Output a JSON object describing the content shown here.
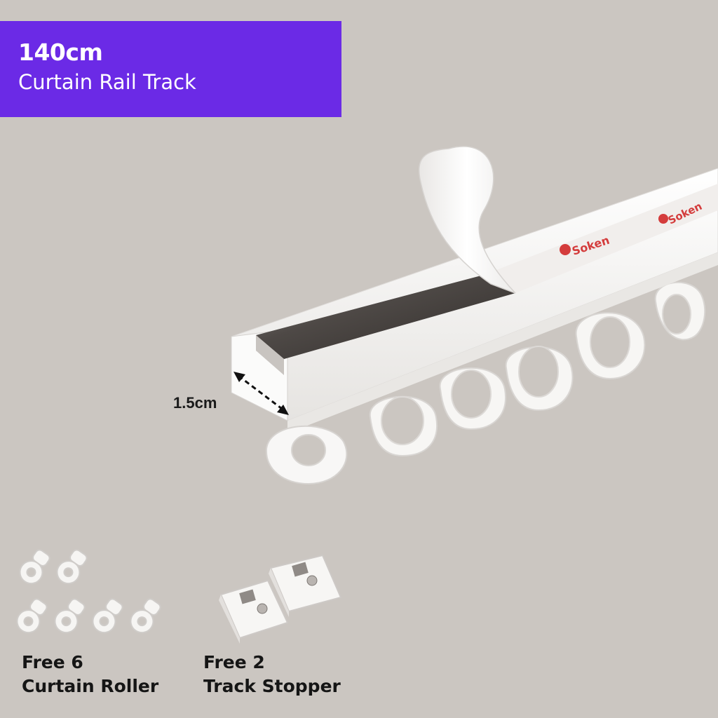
{
  "banner": {
    "length": "140cm",
    "product": "Curtain Rail Track"
  },
  "dimension_label": "1.5cm",
  "brand_on_tape": "Soken",
  "extras": {
    "rollers": {
      "line1": "Free 6",
      "line2": "Curtain Roller"
    },
    "stoppers": {
      "line1": "Free 2",
      "line2": "Track Stopper"
    }
  },
  "colors": {
    "background": "#cbc6c1",
    "banner": "#6b2ae6",
    "track": "#f7f6f4",
    "magnet": "#55504c"
  }
}
